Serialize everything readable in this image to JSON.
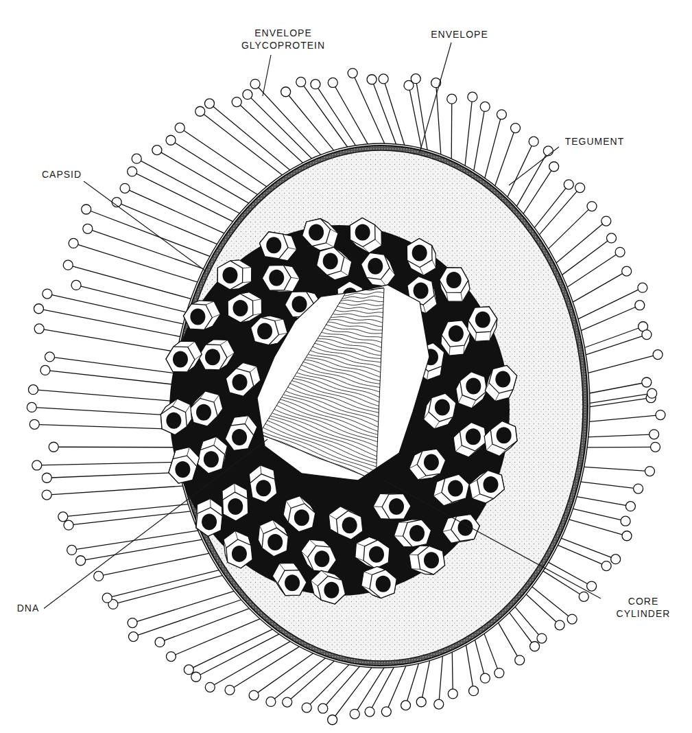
{
  "diagram": {
    "labels": [
      "ENVELOPE GLYCOPROTEIN",
      "ENVELOPE",
      "TEGUMENT",
      "CAPSID",
      "DNA",
      "CORE CYLINDER"
    ]
  }
}
